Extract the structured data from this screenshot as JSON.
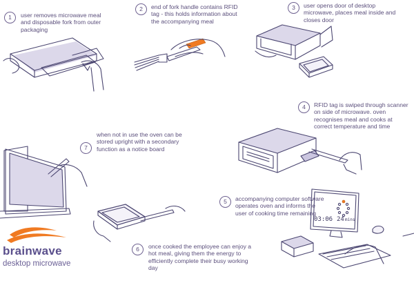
{
  "steps": [
    {
      "number": "1",
      "text": "user removes microwave meal and disposable fork from outer packaging"
    },
    {
      "number": "2",
      "text": "end of fork handle contains RFID tag - this holds information about the accompanying meal"
    },
    {
      "number": "3",
      "text": "user opens door of desktop microwave, places meal inside and closes door"
    },
    {
      "number": "4",
      "text": "RFID tag is swiped through scanner on side of microwave. oven recognises meal and cooks at correct temperature and time"
    },
    {
      "number": "5",
      "text": "accompanying computer software operates oven and informs the user of cooking time remaining"
    },
    {
      "number": "6",
      "text": "once cooked the employee can enjoy a hot meal, giving them the energy to efficiently complete their busy working day"
    },
    {
      "number": "7",
      "text": "when not in use the oven can be stored upright with a secondary function as a notice board"
    }
  ],
  "screen": {
    "clock_left": "03:06",
    "clock_right": "24",
    "clock_unit": "mins"
  },
  "brand": {
    "name": "brainwave",
    "tagline": "desktop microwave",
    "orange": "#f07a22",
    "purple": "#5a4f8c"
  }
}
